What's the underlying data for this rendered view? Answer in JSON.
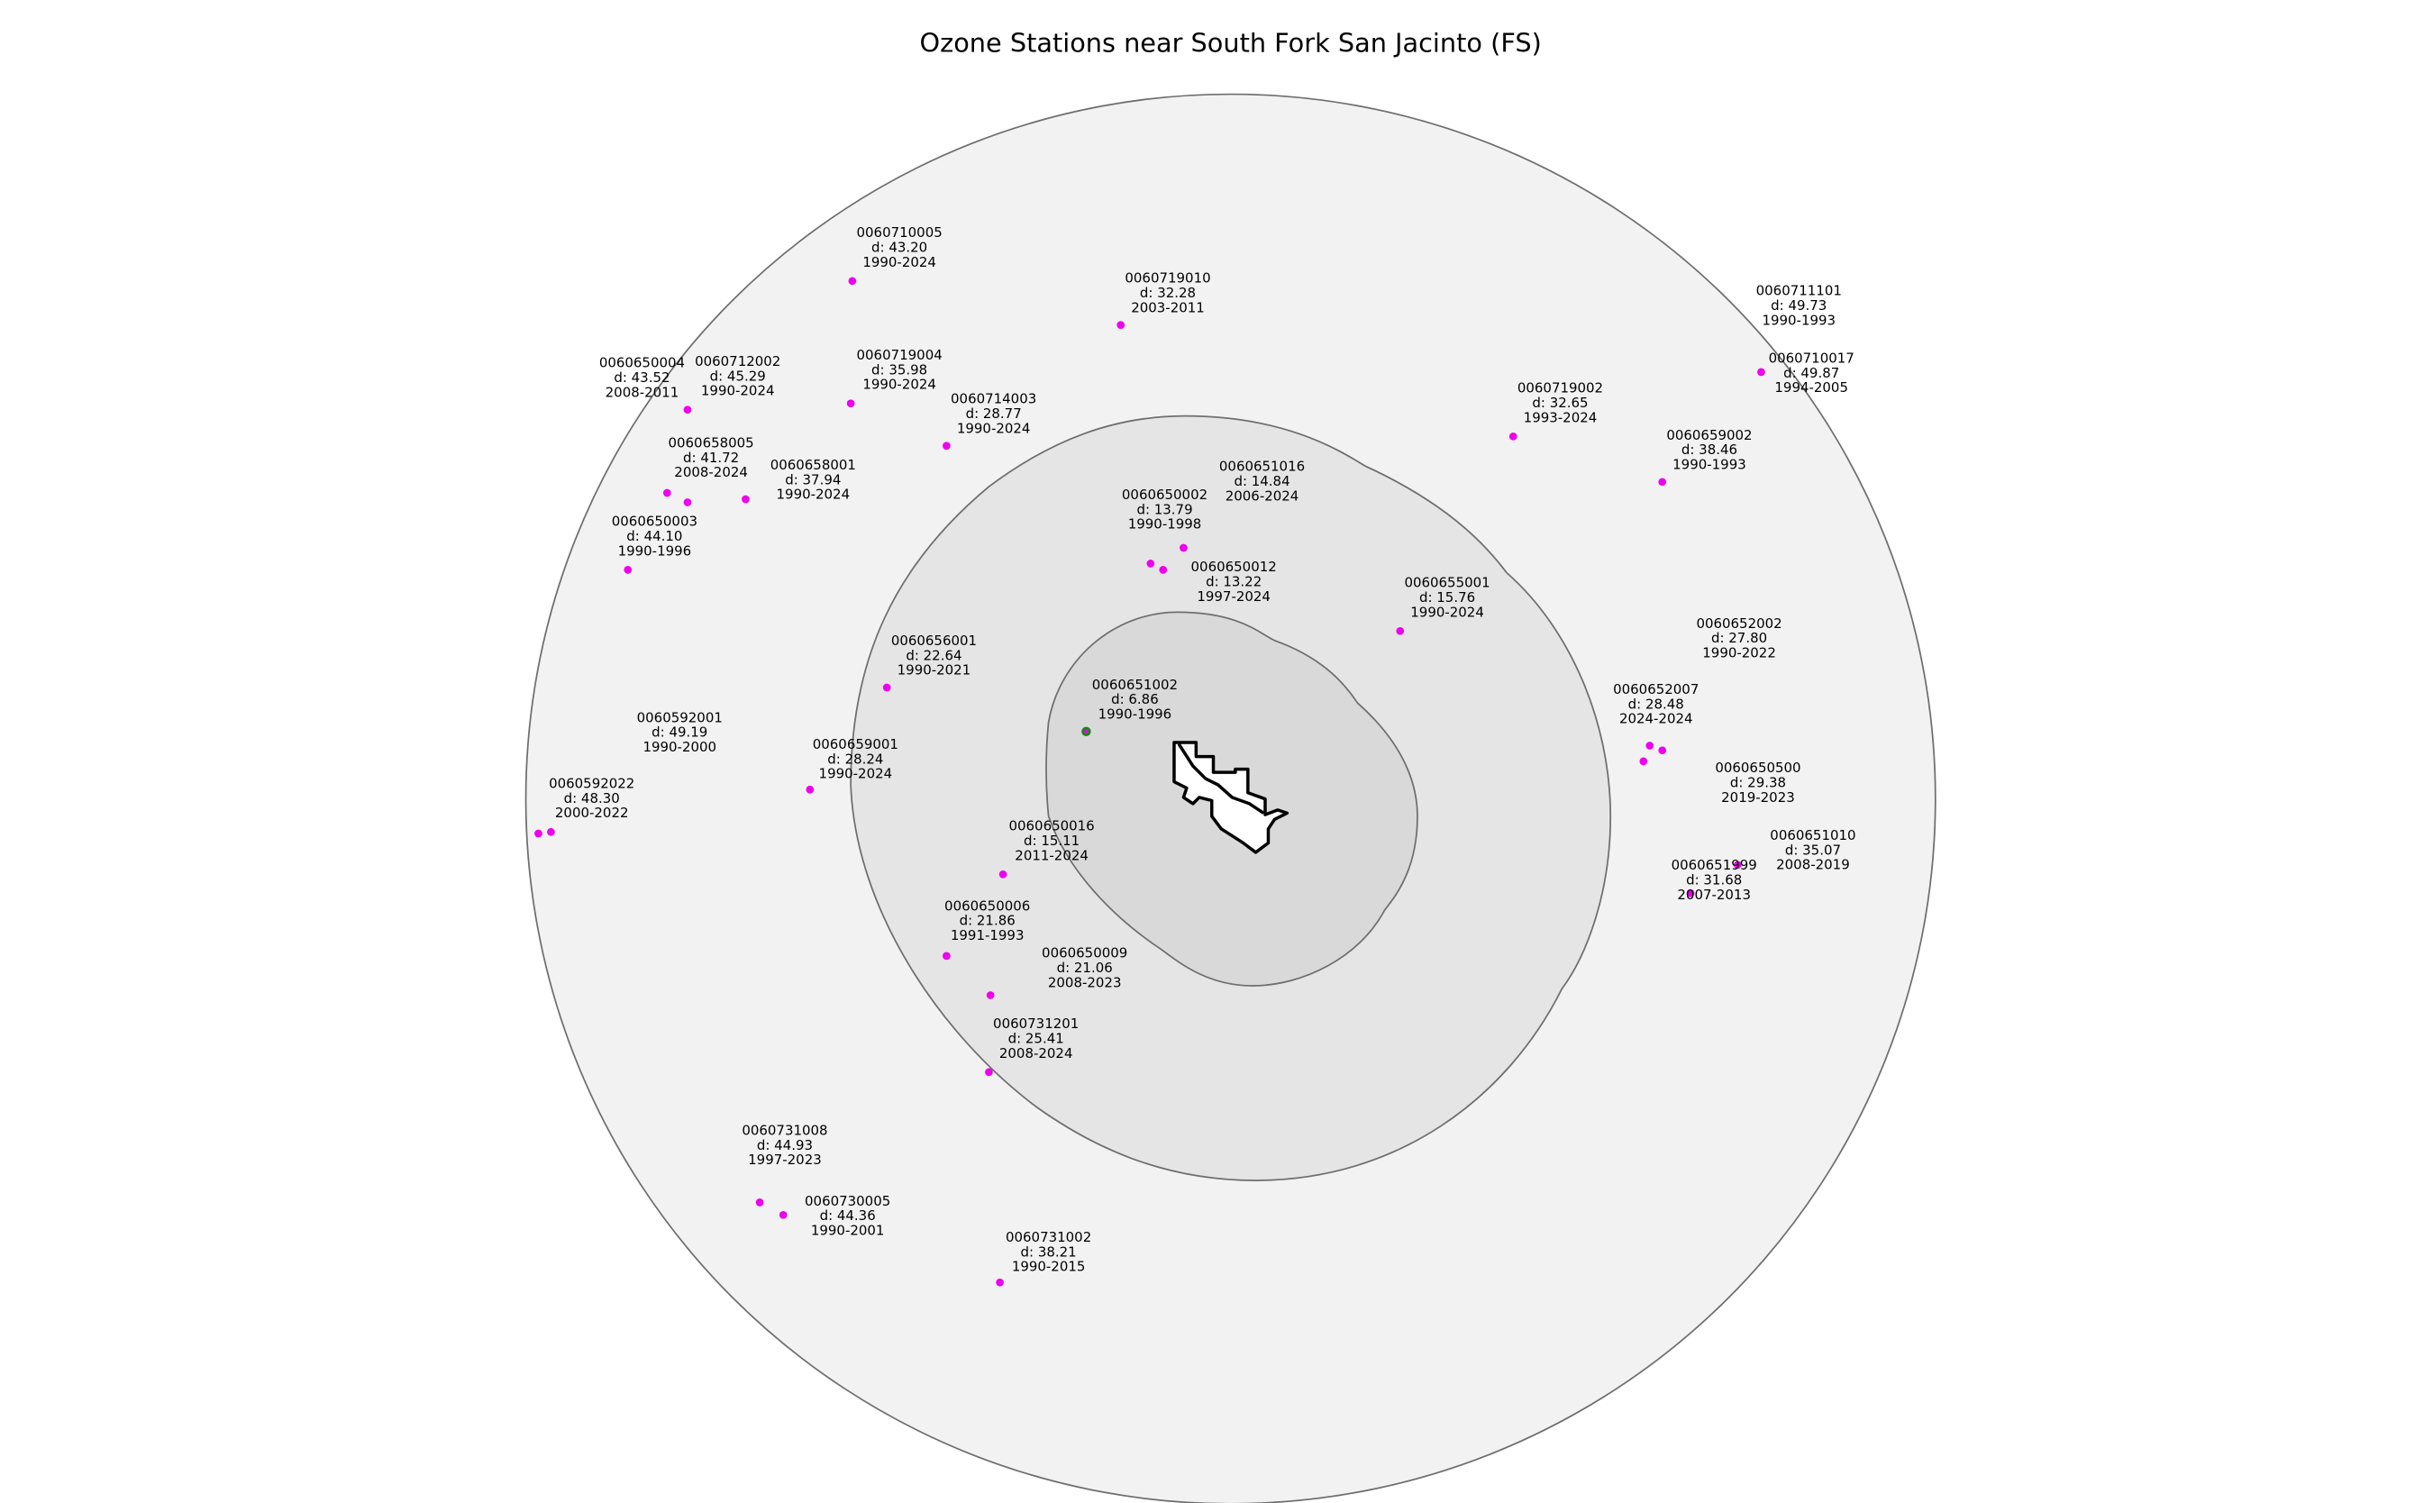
{
  "title": "Ozone Stations near South Fork San Jacinto (FS)",
  "colors": {
    "station": "#ee00ee",
    "highlight_ring": "#138a13",
    "ring_outer": "#f2f2f2",
    "ring_middle": "#e5e5e5",
    "ring_inner": "#d9d9d9",
    "ring_stroke": "#6e6e6e"
  },
  "stations": [
    {
      "id": "0060710005",
      "d": "d: 43.20",
      "years": "1990-2024"
    },
    {
      "id": "0060719010",
      "d": "d: 32.28",
      "years": "2003-2011"
    },
    {
      "id": "0060711101",
      "d": "d: 49.73",
      "years": "1990-1993"
    },
    {
      "id": "0060710017",
      "d": "d: 49.87",
      "years": "1994-2005"
    },
    {
      "id": "0060650004",
      "d": "d: 43.52",
      "years": "2008-2011"
    },
    {
      "id": "0060712002",
      "d": "d: 45.29",
      "years": "1990-2024"
    },
    {
      "id": "0060719004",
      "d": "d: 35.98",
      "years": "1990-2024"
    },
    {
      "id": "0060714003",
      "d": "d: 28.77",
      "years": "1990-2024"
    },
    {
      "id": "0060658005",
      "d": "d: 41.72",
      "years": "2008-2024"
    },
    {
      "id": "0060658001",
      "d": "d: 37.94",
      "years": "1990-2024"
    },
    {
      "id": "0060650003",
      "d": "d: 44.10",
      "years": "1990-1996"
    },
    {
      "id": "0060651016",
      "d": "d: 14.84",
      "years": "2006-2024"
    },
    {
      "id": "0060650002",
      "d": "d: 13.79",
      "years": "1990-1998"
    },
    {
      "id": "0060650012",
      "d": "d: 13.22",
      "years": "1997-2024"
    },
    {
      "id": "0060719002",
      "d": "d: 32.65",
      "years": "1993-2024"
    },
    {
      "id": "0060659002",
      "d": "d: 38.46",
      "years": "1990-1993"
    },
    {
      "id": "0060655001",
      "d": "d: 15.76",
      "years": "1990-2024"
    },
    {
      "id": "0060652002",
      "d": "d: 27.80",
      "years": "1990-2022"
    },
    {
      "id": "0060652007",
      "d": "d: 28.48",
      "years": "2024-2024"
    },
    {
      "id": "0060650500",
      "d": "d: 29.38",
      "years": "2019-2023"
    },
    {
      "id": "0060651010",
      "d": "d: 35.07",
      "years": "2008-2019"
    },
    {
      "id": "0060651999",
      "d": "d: 31.68",
      "years": "2007-2013"
    },
    {
      "id": "0060656001",
      "d": "d: 22.64",
      "years": "1990-2021"
    },
    {
      "id": "0060651002",
      "d": "d: 6.86",
      "years": "1990-1996",
      "highlight": true
    },
    {
      "id": "0060592001",
      "d": "d: 49.19",
      "years": "1990-2000"
    },
    {
      "id": "0060659001",
      "d": "d: 28.24",
      "years": "1990-2024"
    },
    {
      "id": "0060592022",
      "d": "d: 48.30",
      "years": "2000-2022"
    },
    {
      "id": "0060650016",
      "d": "d: 15.11",
      "years": "2011-2024"
    },
    {
      "id": "0060650006",
      "d": "d: 21.86",
      "years": "1991-1993"
    },
    {
      "id": "0060650009",
      "d": "d: 21.06",
      "years": "2008-2023"
    },
    {
      "id": "0060731201",
      "d": "d: 25.41",
      "years": "2008-2024"
    },
    {
      "id": "0060731008",
      "d": "d: 44.93",
      "years": "1997-2023"
    },
    {
      "id": "0060730005",
      "d": "d: 44.36",
      "years": "1990-2001"
    },
    {
      "id": "0060731002",
      "d": "d: 38.21",
      "years": "1990-2015"
    }
  ]
}
